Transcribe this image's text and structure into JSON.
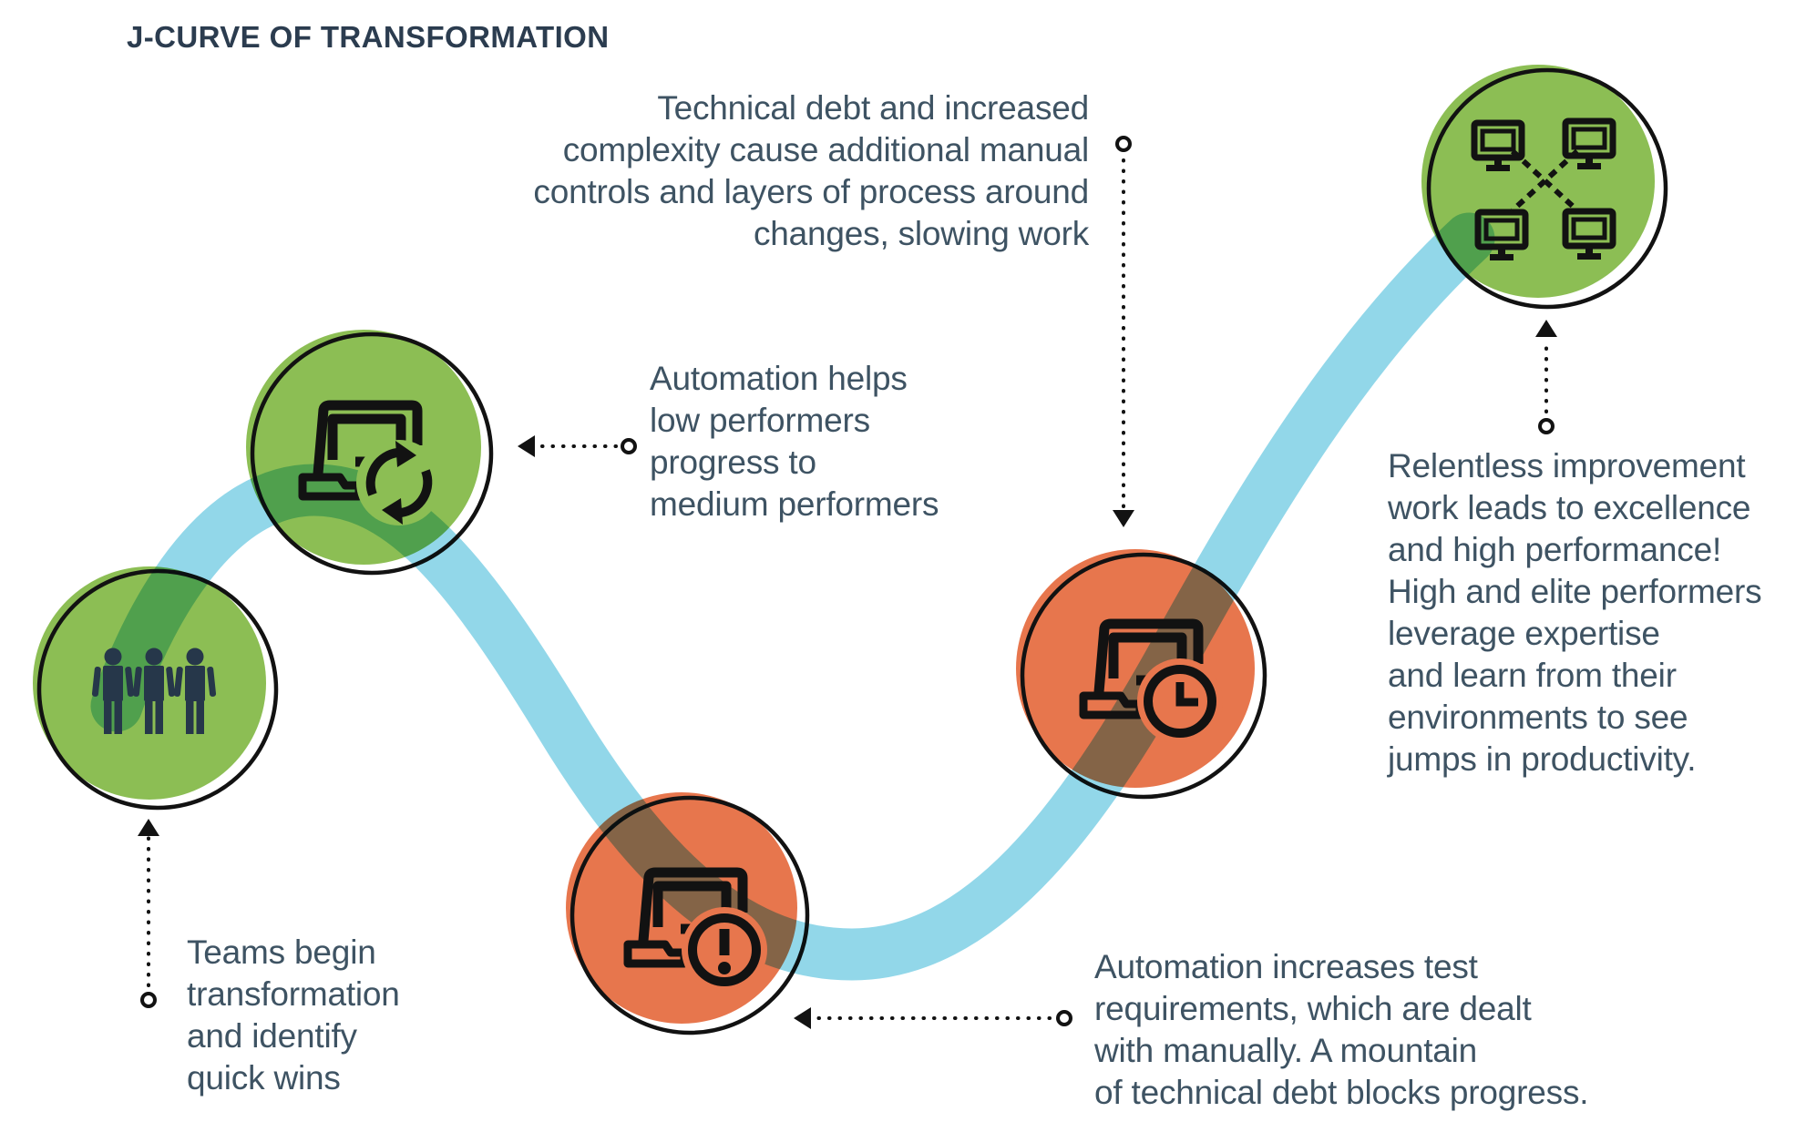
{
  "title": "J-CURVE OF TRANSFORMATION",
  "colors": {
    "green": "#8cbe54",
    "orange": "#e7764d",
    "curve": "#92d7e9",
    "ink": "#121212",
    "people": "#26374a",
    "text": "#3e5363",
    "title": "#2b3c4f"
  },
  "nodes": [
    {
      "id": "teams-start",
      "icon": "team-people-icon",
      "color": "green"
    },
    {
      "id": "automation-wins",
      "icon": "laptop-refresh-icon",
      "color": "green"
    },
    {
      "id": "technical-debt",
      "icon": "laptop-warning-icon",
      "color": "orange"
    },
    {
      "id": "manual-controls",
      "icon": "laptop-clock-icon",
      "color": "orange"
    },
    {
      "id": "high-performance",
      "icon": "network-computers-icon",
      "color": "green"
    }
  ],
  "annotations": {
    "technical_debt": "Technical debt and increased\ncomplexity cause additional manual\ncontrols and layers of process around\nchanges, slowing work",
    "automation_helps": "Automation helps\nlow performers\nprogress to\nmedium performers",
    "teams_begin": "Teams begin\ntransformation\nand identify\nquick wins",
    "automation_increases": "Automation increases test\nrequirements, which are dealt\nwith manually. A mountain\nof technical debt blocks progress.",
    "relentless": "Relentless improvement\nwork leads to excellence\nand high performance!\nHigh and elite performers\nleverage expertise\nand learn from their\nenvironments to see\njumps in productivity."
  }
}
